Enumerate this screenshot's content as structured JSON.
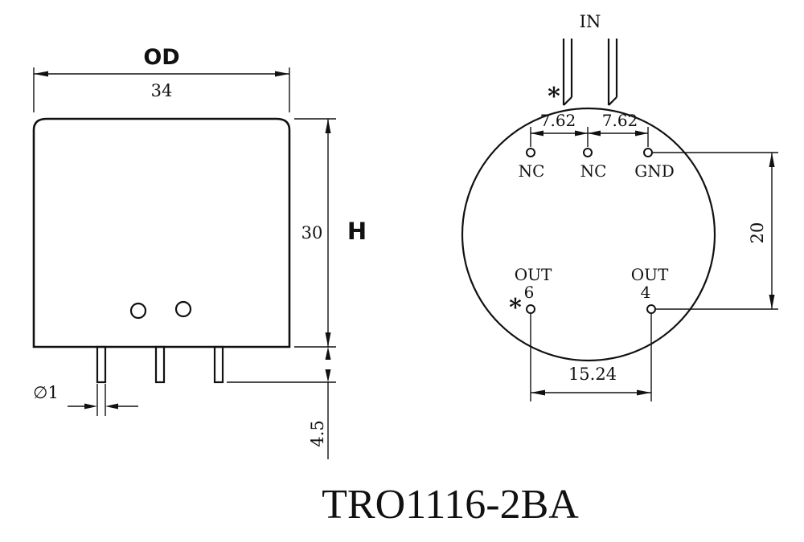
{
  "title": "TRO1116-2BA",
  "left_view": {
    "od_label": "OD",
    "od_value": "34",
    "height_value": "30",
    "height_label": "H",
    "pin_diameter": "∅1",
    "pin_length": "4.5"
  },
  "right_view": {
    "in_label": "IN",
    "in_asterisk": "*",
    "pitch_left": "7.62",
    "pitch_right": "7.62",
    "pins": {
      "nc1": "NC",
      "nc2": "NC",
      "gnd": "GND",
      "out_left_label": "OUT",
      "out_left_num": "6",
      "out_right_label": "OUT",
      "out_right_num": "4"
    },
    "out_asterisk": "*",
    "row_spacing": "20",
    "out_pitch": "15.24"
  }
}
